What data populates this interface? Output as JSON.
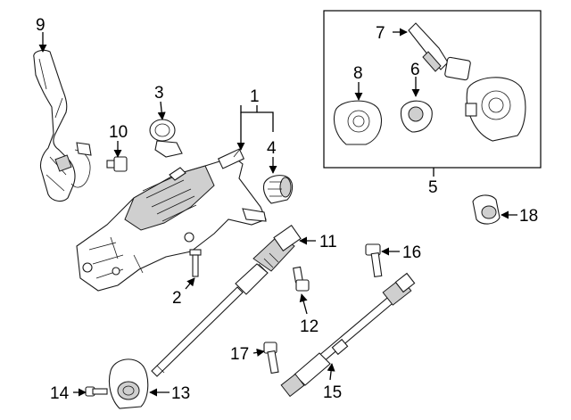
{
  "diagram": {
    "callouts": {
      "c1": "1",
      "c2": "2",
      "c3": "3",
      "c4": "4",
      "c5": "5",
      "c6": "6",
      "c7": "7",
      "c8": "8",
      "c9": "9",
      "c10": "10",
      "c11": "11",
      "c12": "12",
      "c13": "13",
      "c14": "14",
      "c15": "15",
      "c16": "16",
      "c17": "17",
      "c18": "18"
    }
  },
  "colors": {
    "line": "#000000",
    "shade": "#cfcfcf",
    "background": "#ffffff"
  }
}
